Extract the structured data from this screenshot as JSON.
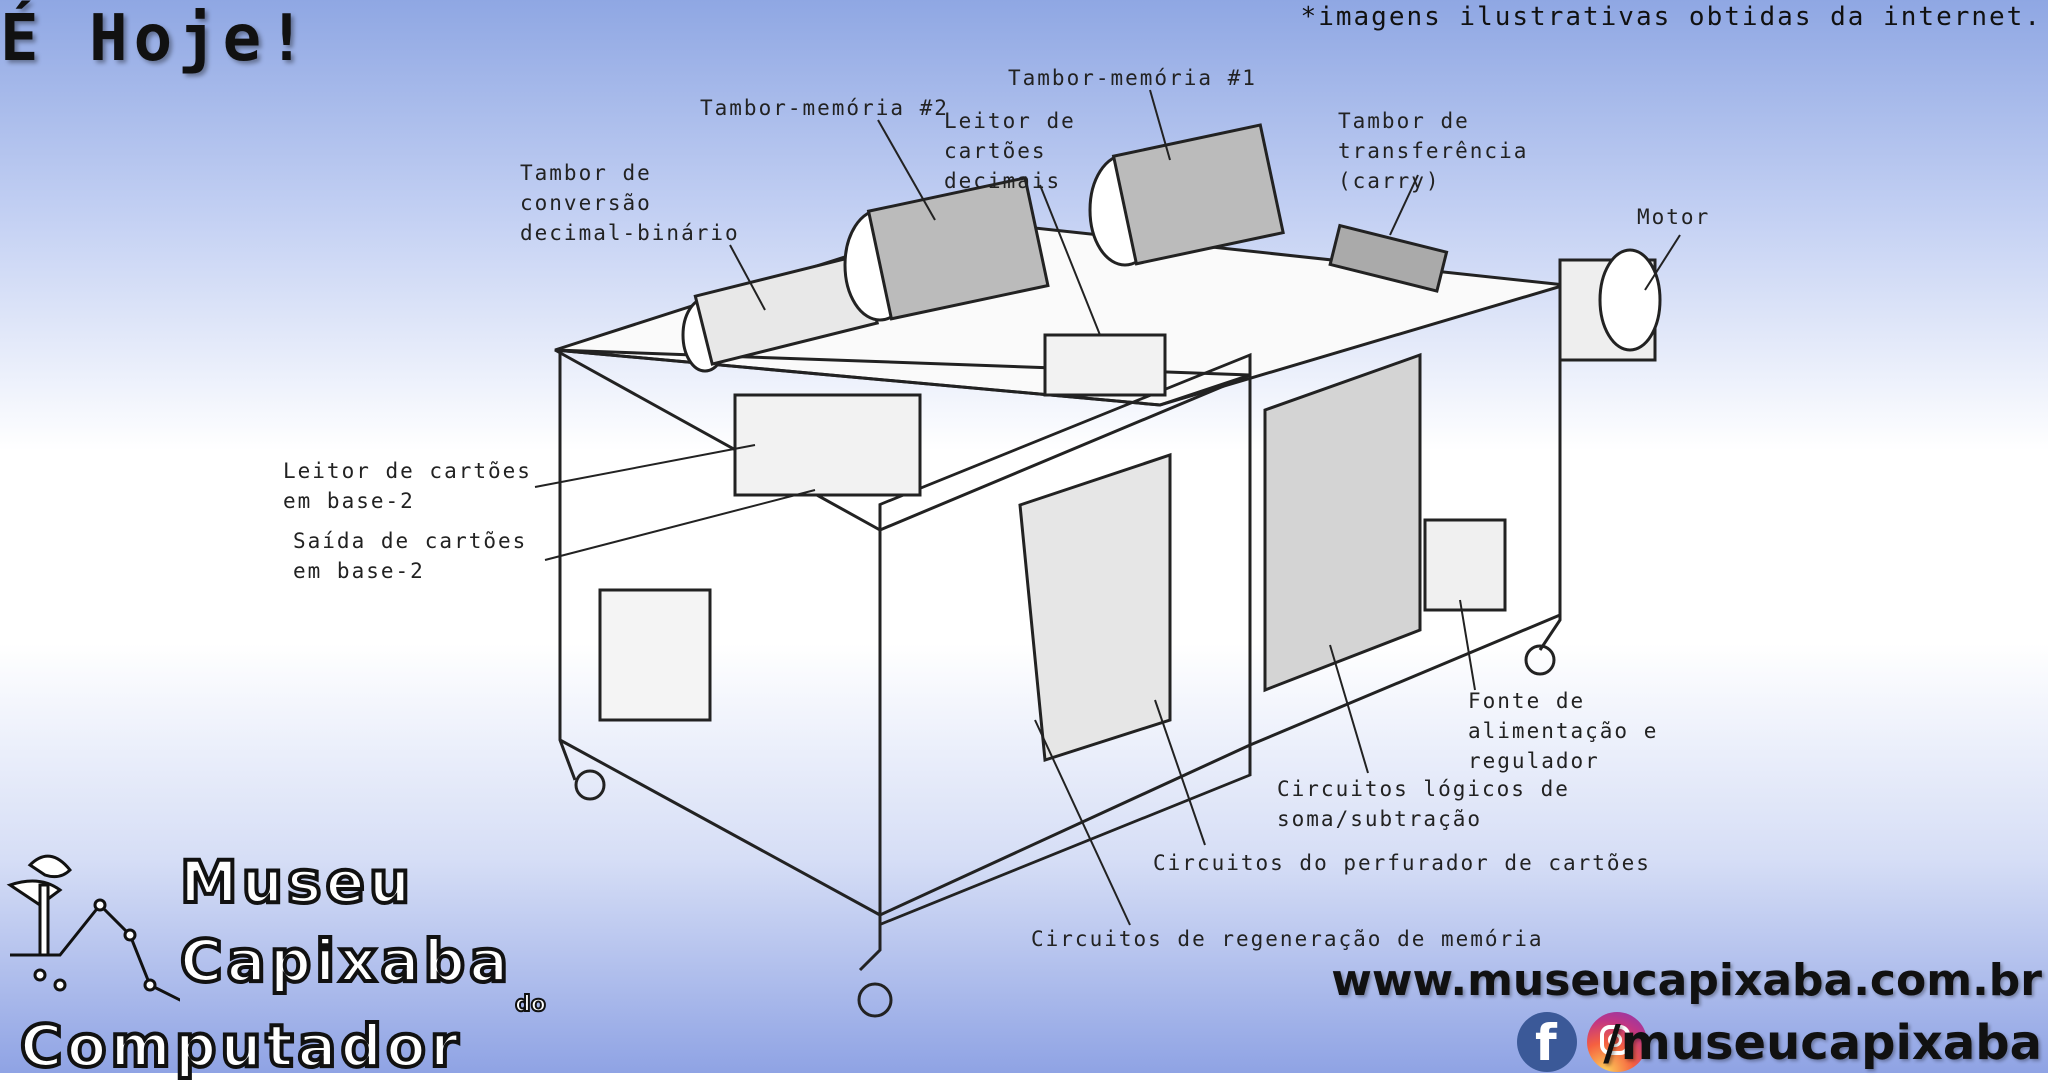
{
  "header": {
    "headline": "É Hoje!",
    "disclaimer": "*imagens ilustrativas obtidas da internet."
  },
  "diagram": {
    "labels": {
      "tambor_memoria_1": "Tambor-memória #1",
      "tambor_memoria_2": "Tambor-memória #2",
      "leitor_decimais": "Leitor de\ncartões\ndecimais",
      "tambor_transferencia": "Tambor de\ntransferência\n(carry)",
      "tambor_conversao": "Tambor de\nconversão\ndecimal-binário",
      "motor": "Motor",
      "leitor_base2": "Leitor de cartões\nem base-2",
      "saida_base2": "Saída de cartões\nem base-2",
      "fonte": "Fonte de\nalimentação e\nregulador",
      "circuitos_logicos": "Circuitos lógicos de\nsoma/subtração",
      "circuitos_perfurador": "Circuitos do perfurador de cartões",
      "circuitos_regeneracao": "Circuitos de regeneração de memória"
    }
  },
  "branding": {
    "logo_lines": [
      "Museu",
      "Capixaba",
      "do",
      "Computador"
    ],
    "website": "www.museucapixaba.com.br",
    "social_handle": "/museucapixaba",
    "facebook_glyph": "f"
  },
  "colors": {
    "background_top": "#8fa7e3",
    "background_bottom": "#8fa3e4",
    "facebook": "#3b5998",
    "text": "#111111"
  }
}
